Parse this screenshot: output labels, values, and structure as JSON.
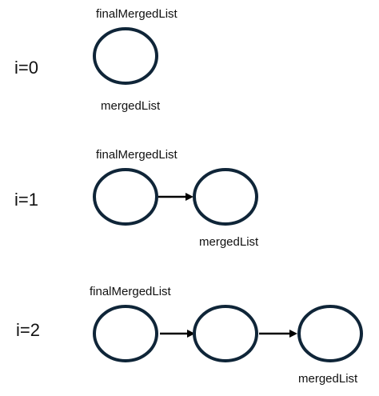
{
  "diagram": {
    "node_stroke_color": "#0f2538",
    "arrow_color": "#000000",
    "rows": [
      {
        "step_label": "i=0",
        "node_count": 1,
        "head_label": "finalMergedList",
        "head_node_index": 0,
        "tail_label": "mergedList",
        "tail_node_index": 0
      },
      {
        "step_label": "i=1",
        "node_count": 2,
        "head_label": "finalMergedList",
        "head_node_index": 0,
        "tail_label": "mergedList",
        "tail_node_index": 1
      },
      {
        "step_label": "i=2",
        "node_count": 3,
        "head_label": "finalMergedList",
        "head_node_index": 0,
        "tail_label": "mergedList",
        "tail_node_index": 2
      }
    ]
  }
}
